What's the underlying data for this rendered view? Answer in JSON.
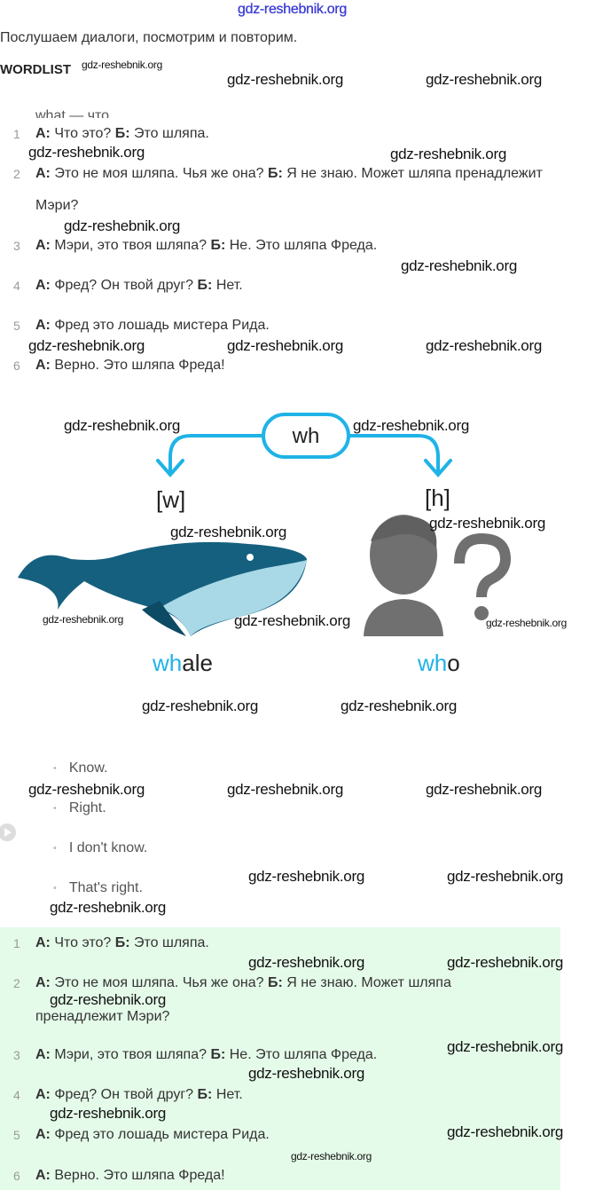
{
  "watermark": "gdz-reshebnik.org",
  "intro": "Послушаем диалоги, посмотрим и повторим.",
  "wordlist_heading": "WORDLIST",
  "wordlist_partial": "what — что",
  "dialogue": [
    {
      "num": "1",
      "a_label": "А:",
      "a": "Что это?",
      "b_label": "Б:",
      "b": "Это шляпа."
    },
    {
      "num": "2",
      "a_label": "А:",
      "a": "Это не моя шляпа. Чья же она?",
      "b_label": "Б:",
      "b": "Я не знаю. Может шляпа пренадлежит",
      "cont": "Мэри?"
    },
    {
      "num": "3",
      "a_label": "А:",
      "a": "Мэри, это твоя шляпа?",
      "b_label": "Б:",
      "b": "Не. Это шляпа Фреда."
    },
    {
      "num": "4",
      "a_label": "А:",
      "a": "Фред? Он твой друг?",
      "b_label": "Б:",
      "b": "Нет."
    },
    {
      "num": "5",
      "a_label": "А:",
      "a": "Фред это лошадь мистера Рида."
    },
    {
      "num": "6",
      "a_label": "А:",
      "a": "Верно. Это шляпа Фреда!"
    }
  ],
  "diagram": {
    "center": "wh",
    "left_sound": "[w]",
    "right_sound": "[h]",
    "left_word_highlight": "wh",
    "left_word_rest": "ale",
    "right_word_highlight": "wh",
    "right_word_rest": "o",
    "accent": "#1fb3e6"
  },
  "phrases": [
    "Know.",
    "Right.",
    "I don't know.",
    "That's right."
  ],
  "dialogue2": [
    {
      "num": "1",
      "a_label": "А:",
      "a": "Что это?",
      "b_label": "Б:",
      "b": "Это шляпа."
    },
    {
      "num": "2",
      "a_label": "А:",
      "a": "Это не моя шляпа. Чья же она?",
      "b_label": "Б:",
      "b": "Я не знаю. Может шляпа",
      "cont": "пренадлежит Мэри?"
    },
    {
      "num": "3",
      "a_label": "А:",
      "a": "Мэри, это твоя шляпа?",
      "b_label": "Б:",
      "b": "Не. Это шляпа Фреда."
    },
    {
      "num": "4",
      "a_label": "А:",
      "a": "Фред? Он твой друг?",
      "b_label": "Б:",
      "b": "Нет."
    },
    {
      "num": "5",
      "a_label": "А:",
      "a": "Фред это лошадь мистера Рида."
    },
    {
      "num": "6",
      "a_label": "А:",
      "a": "Верно. Это шляпа Фреда!"
    }
  ]
}
